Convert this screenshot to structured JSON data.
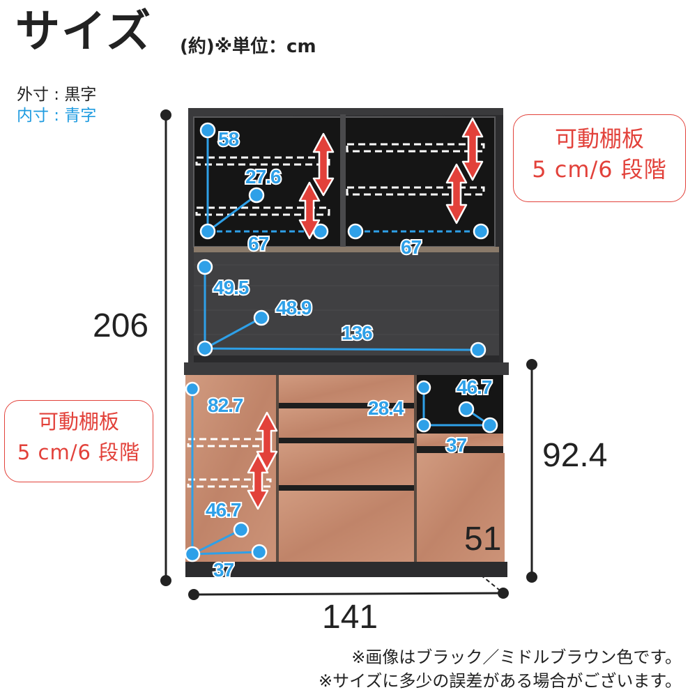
{
  "title": "サイズ",
  "unit_note": "(約)※単位：cm",
  "legend": {
    "outer": "外寸 : 黒字",
    "inner": "内寸 : 青字"
  },
  "dimensions": {
    "total_height": "206",
    "total_width": "141",
    "lower_height": "92.4",
    "depth": "51"
  },
  "inner_dimensions": {
    "upper_left_height": "58",
    "upper_shelf_depth": "27.6",
    "upper_left_width": "67",
    "upper_right_width": "67",
    "middle_height": "49.5",
    "middle_depth": "48.9",
    "middle_width": "136",
    "lower_left_height": "82.7",
    "lower_left_depth": "46.7",
    "lower_left_width": "37",
    "drawer_depth": "28.4",
    "small_shelf_depth": "46.7",
    "small_shelf_width": "37"
  },
  "callouts": {
    "top_right": {
      "line1": "可動棚板",
      "line2": "5 cm/6 段階"
    },
    "left": {
      "line1": "可動棚板",
      "line2": "5 cm/6 段階"
    }
  },
  "notes": [
    "※画像はブラック／ミドルブラウン色です。",
    "※サイズに多少の誤差がある場合がございます。"
  ],
  "colors": {
    "inner_dimension": "#2ea0e8",
    "callout": "#e2413a",
    "cabinet_dark": "#2b2b2d",
    "wood": "#c98f74"
  }
}
